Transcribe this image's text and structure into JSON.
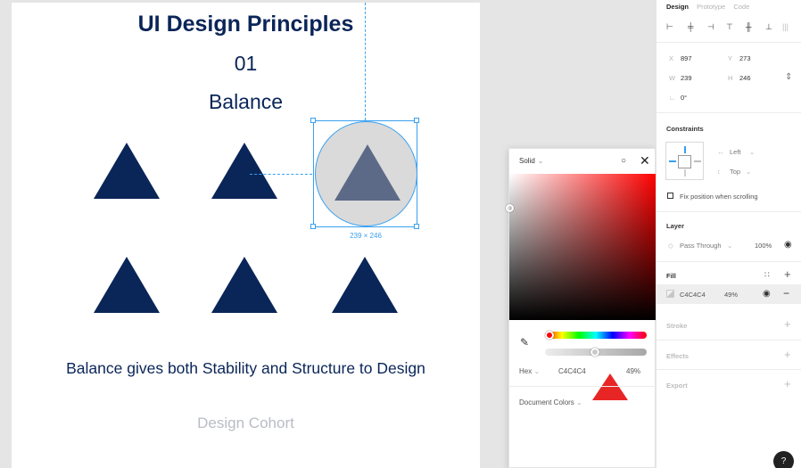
{
  "canvas": {
    "frame": {
      "title": "UI Design Principles",
      "number": "01",
      "subtitle": "Balance",
      "caption": "Balance gives both Stability and Structure to Design",
      "footer": "Design Cohort"
    },
    "selection": {
      "size_label": "239 × 246"
    }
  },
  "picker": {
    "mode": "Solid",
    "hex_label": "Hex",
    "hex_value": "C4C4C4",
    "alpha_value": "49%",
    "doc_colors": "Document Colors",
    "alpha_level": 0.49
  },
  "panel": {
    "tabs": {
      "design": "Design",
      "prototype": "Prototype",
      "code": "Code"
    },
    "position": {
      "x_label": "X",
      "x_value": "897",
      "y_label": "Y",
      "y_value": "273",
      "w_label": "W",
      "w_value": "239",
      "h_label": "H",
      "h_value": "246",
      "rotation": "0°"
    },
    "constraints": {
      "title": "Constraints",
      "horizontal": "Left",
      "vertical": "Top",
      "fix_position": "Fix position when scrolling"
    },
    "layer": {
      "title": "Layer",
      "blend": "Pass Through",
      "opacity": "100%"
    },
    "fill": {
      "title": "Fill",
      "hex": "C4C4C4",
      "opacity": "49%"
    },
    "stroke": {
      "title": "Stroke"
    },
    "effects": {
      "title": "Effects"
    },
    "export": {
      "title": "Export"
    },
    "help": "?"
  },
  "colors": {
    "navy": "#0a2558",
    "selection_blue": "#39a0f0",
    "fill": "#C4C4C4",
    "arrow_red": "#e82525"
  }
}
